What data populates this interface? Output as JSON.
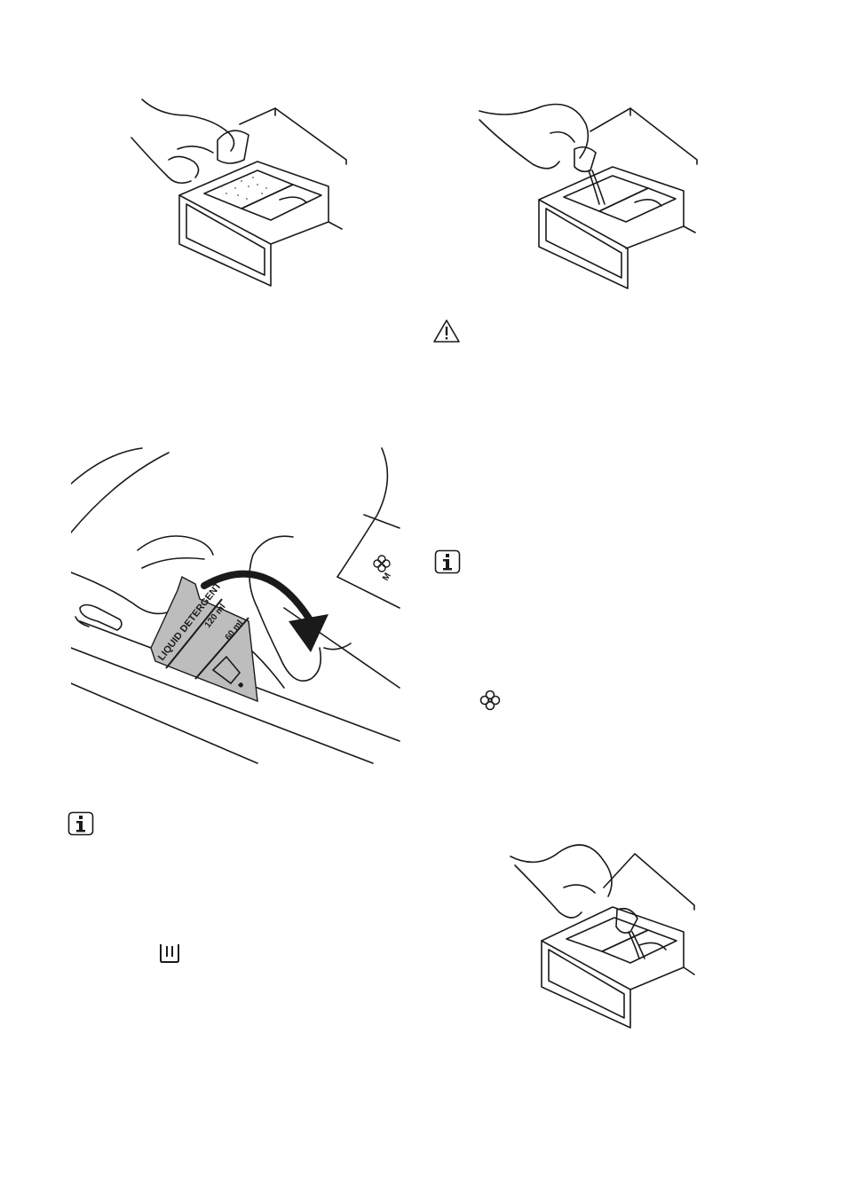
{
  "figures": {
    "measure_label": {
      "liquid_detergent": "LIQUID DETERGENT",
      "mark_120": "120 ml",
      "mark_60": "60 ml"
    },
    "dispenser_marking": "M"
  },
  "icons": {
    "warning": "warning-triangle-icon",
    "info_1": "info-icon",
    "info_2": "info-icon",
    "softener": "flower-icon",
    "prewash": "compartment-icon"
  },
  "colors": {
    "ink": "#1a1a1a",
    "label_fill": "#bdbdbd",
    "dispenser_fill": "#d0d0d0"
  }
}
